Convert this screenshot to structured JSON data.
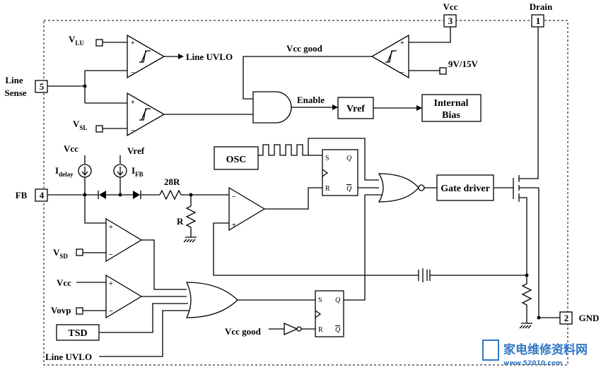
{
  "pins": {
    "p1": {
      "num": "1",
      "name": "Drain"
    },
    "p2": {
      "num": "2",
      "name": "GND"
    },
    "p3": {
      "num": "3",
      "name": "Vcc"
    },
    "p4": {
      "num": "4",
      "name": "FB"
    },
    "p5": {
      "num": "5",
      "name_line1": "Line",
      "name_line2": "Sense"
    }
  },
  "inputs": {
    "vlu": {
      "main": "V",
      "sub": "LU"
    },
    "vsl": {
      "main": "V",
      "sub": "SL"
    },
    "vsd": {
      "main": "V",
      "sub": "SD"
    },
    "vcc_ov": "Vcc",
    "vovp": "Vovp",
    "vcc_src": "Vcc",
    "vref_src": "Vref",
    "vcc_good_in": "Vcc good",
    "line_uvlo_in": "Line UVLO",
    "nine_fifteen": "9V/15V"
  },
  "signals": {
    "line_uvlo_out": "Line UVLO",
    "vcc_good": "Vcc good",
    "enable": "Enable"
  },
  "blocks": {
    "vref": "Vref",
    "internal_bias_line1": "Internal",
    "internal_bias_line2": "Bias",
    "osc": "OSC",
    "gate_driver": "Gate driver",
    "tsd": "TSD"
  },
  "components": {
    "r28": "28R",
    "r": "R",
    "idelay": {
      "main": "I",
      "sub": "delay"
    },
    "ifb": {
      "main": "I",
      "sub": "FB"
    }
  },
  "flipflops": {
    "set": "S",
    "reset": "R",
    "q": "Q",
    "qbar": "Q"
  },
  "watermark": {
    "title": "家电维修资料网",
    "url": "www.52010.com"
  },
  "colors": {
    "line": "#000000",
    "watermark": "#2f78c4"
  }
}
